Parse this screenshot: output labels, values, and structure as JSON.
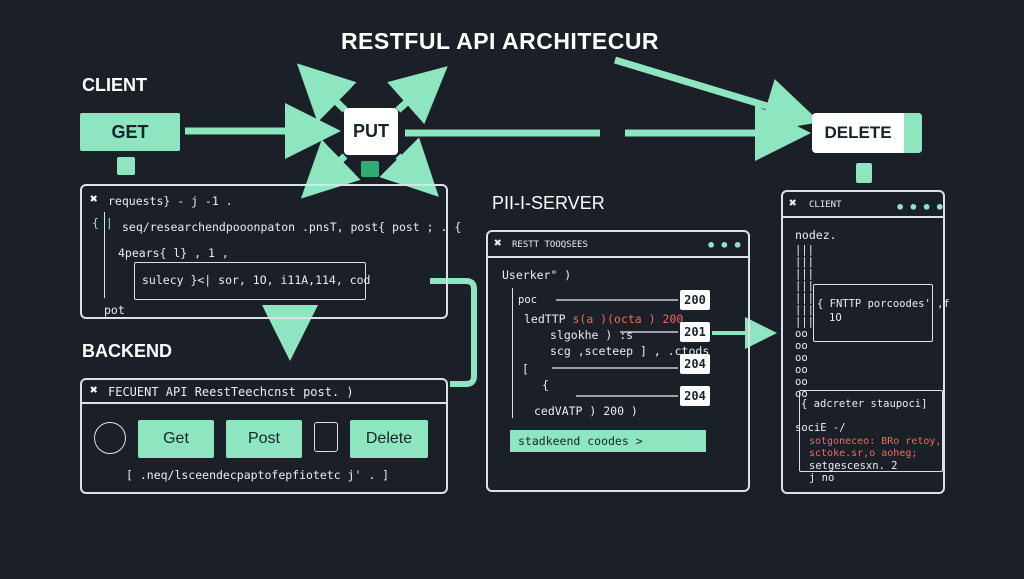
{
  "title": "RESTFUL API ARCHITECUR",
  "labels": {
    "client": "CLIENT",
    "backend": "BACKEND",
    "server": "PII-I-SERVER"
  },
  "methods": {
    "get": "GET",
    "put": "PUT",
    "delete": "DELETE"
  },
  "client_panel": {
    "icon": "logo-icon",
    "lines": [
      "requests} - j -1 .",
      "seq/researchendpooonpaton .pnsT,  post{ post ; .  {",
      "4pears{ l} , 1 ,",
      "sulecy }<| sor, 1O,  i11A,114, cod",
      "pot"
    ]
  },
  "backend_panel": {
    "header": "FECUENT API ReestTeechcnst post. )",
    "buttons": [
      "Get",
      "Post",
      "Delete"
    ],
    "footer": "[ .neq/lsceendecpaptofepfiotetc j' .  ]"
  },
  "server_panel": {
    "header": "RESTT TOOQSEES",
    "lines": [
      "Userker\" )",
      "poc",
      "ledTTP",
      "slgokhe ) :s",
      "scg ,sceteep ] , .ctods",
      "[",
      "{",
      "cedVATP )  200  )"
    ],
    "inline_status": "200",
    "status_codes": [
      "200",
      "201",
      "204",
      "204"
    ],
    "bar": "stadkeend coodes >"
  },
  "right_panel": {
    "header": "CLIENT",
    "lines": [
      "nodez.",
      "{ FNTTP porcoodes' ,f",
      "1O",
      "{ adcreter  staupoci]",
      "sociE -/",
      "sotgoneceo: BRo retoy,",
      "sctoke.sr,o  aoheg;",
      "setgescesxn. 2",
      "j no"
    ]
  },
  "colors": {
    "background": "#1b1f28",
    "mint": "#8ee6c0",
    "dark_green": "#2fae73",
    "white": "#ffffff",
    "red": "#f06a5e"
  }
}
